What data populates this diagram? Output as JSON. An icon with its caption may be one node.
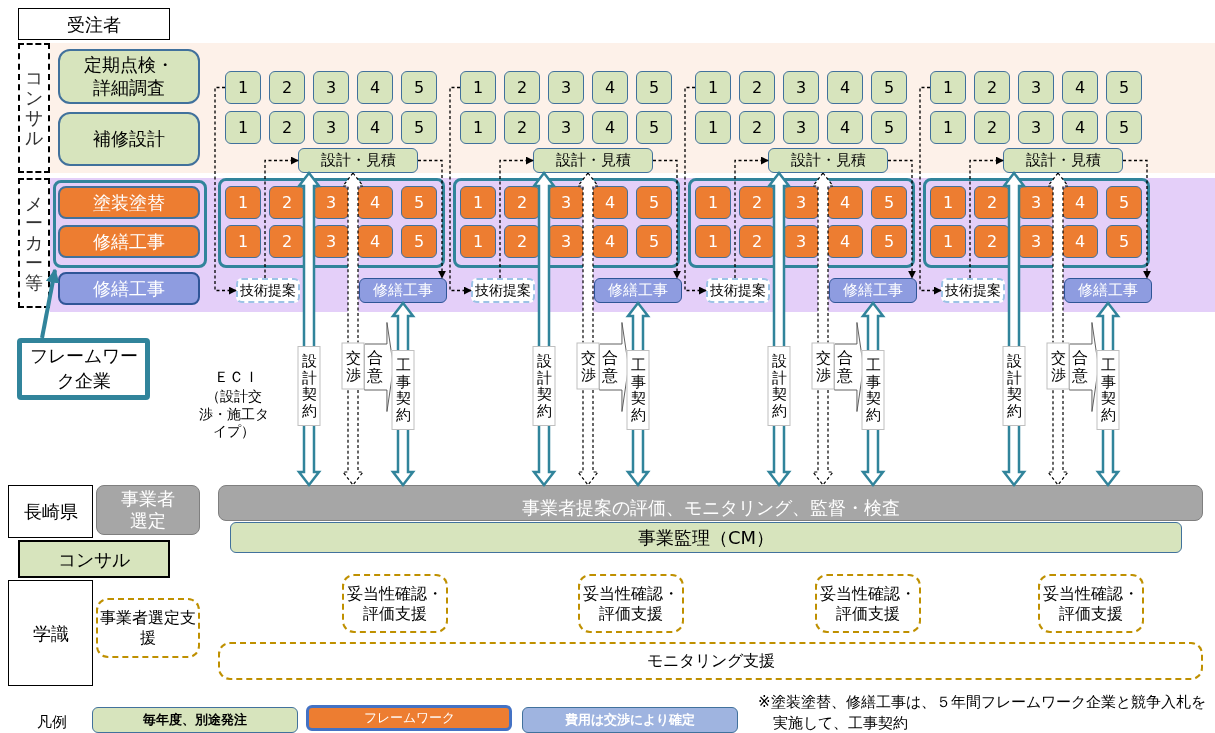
{
  "diagram": {
    "nodes": [
      {
        "text": [
          "受注者"
        ]
      },
      {
        "text": [
          "コンサル"
        ]
      },
      {
        "text": [
          "メーカー等"
        ]
      },
      {
        "text": [
          "定期点検・詳細調査"
        ]
      },
      {
        "text": [
          "補修設計"
        ]
      },
      {
        "text": [],
        "shape": "box"
      },
      {
        "text": [
          "塗装塗替"
        ],
        "in": 5
      },
      {
        "text": [
          "修繕工事"
        ],
        "in": 5
      },
      {
        "text": [
          "修繕工事"
        ]
      },
      {
        "text": [
          "フレームワーク企業"
        ]
      },
      {
        "text": [
          "1"
        ]
      },
      {
        "text": [
          "2"
        ]
      },
      {
        "text": [
          "3"
        ]
      },
      {
        "text": [
          "4"
        ]
      },
      {
        "text": [
          "5"
        ]
      },
      {
        "text": [
          "1"
        ]
      },
      {
        "text": [
          "2"
        ]
      },
      {
        "text": [
          "3"
        ]
      },
      {
        "text": [
          "4"
        ]
      },
      {
        "text": [
          "5"
        ]
      },
      {
        "text": [],
        "shape": "box"
      },
      {
        "text": [
          "1"
        ],
        "in": 20
      },
      {
        "text": [
          "2"
        ],
        "in": 20
      },
      {
        "text": [
          "3"
        ],
        "in": 20
      },
      {
        "text": [
          "4"
        ],
        "in": 20
      },
      {
        "text": [
          "5"
        ],
        "in": 20
      },
      {
        "text": [
          "1"
        ],
        "in": 20
      },
      {
        "text": [
          "2"
        ],
        "in": 20
      },
      {
        "text": [
          "3"
        ],
        "in": 20
      },
      {
        "text": [
          "4"
        ],
        "in": 20
      },
      {
        "text": [
          "5"
        ],
        "in": 20
      },
      {
        "text": [
          "設計・見積"
        ]
      },
      {
        "text": [
          "技術提案"
        ]
      },
      {
        "text": [
          "修繕工事"
        ]
      },
      {
        "text": [
          "合意"
        ]
      },
      {
        "text": [
          "1"
        ]
      },
      {
        "text": [
          "2"
        ]
      },
      {
        "text": [
          "3"
        ]
      },
      {
        "text": [
          "4"
        ]
      },
      {
        "text": [
          "5"
        ]
      },
      {
        "text": [
          "1"
        ]
      },
      {
        "text": [
          "2"
        ]
      },
      {
        "text": [
          "3"
        ]
      },
      {
        "text": [
          "4"
        ]
      },
      {
        "text": [
          "5"
        ]
      },
      {
        "text": [],
        "shape": "box"
      },
      {
        "text": [
          "1"
        ],
        "in": 45
      },
      {
        "text": [
          "2"
        ],
        "in": 45
      },
      {
        "text": [
          "3"
        ],
        "in": 45
      },
      {
        "text": [
          "4"
        ],
        "in": 45
      },
      {
        "text": [
          "5"
        ],
        "in": 45
      },
      {
        "text": [
          "1"
        ],
        "in": 45
      },
      {
        "text": [
          "2"
        ],
        "in": 45
      },
      {
        "text": [
          "3"
        ],
        "in": 45
      },
      {
        "text": [
          "4"
        ],
        "in": 45
      },
      {
        "text": [
          "5"
        ],
        "in": 45
      },
      {
        "text": [
          "設計・見積"
        ]
      },
      {
        "text": [
          "技術提案"
        ]
      },
      {
        "text": [
          "修繕工事"
        ]
      },
      {
        "text": [
          "合意"
        ]
      },
      {
        "text": [
          "1"
        ]
      },
      {
        "text": [
          "2"
        ]
      },
      {
        "text": [
          "3"
        ]
      },
      {
        "text": [
          "4"
        ]
      },
      {
        "text": [
          "5"
        ]
      },
      {
        "text": [
          "1"
        ]
      },
      {
        "text": [
          "2"
        ]
      },
      {
        "text": [
          "3"
        ]
      },
      {
        "text": [
          "4"
        ]
      },
      {
        "text": [
          "5"
        ]
      },
      {
        "text": [],
        "shape": "box"
      },
      {
        "text": [
          "1"
        ],
        "in": 70
      },
      {
        "text": [
          "2"
        ],
        "in": 70
      },
      {
        "text": [
          "3"
        ],
        "in": 70
      },
      {
        "text": [
          "4"
        ],
        "in": 70
      },
      {
        "text": [
          "5"
        ],
        "in": 70
      },
      {
        "text": [
          "1"
        ],
        "in": 70
      },
      {
        "text": [
          "2"
        ],
        "in": 70
      },
      {
        "text": [
          "3"
        ],
        "in": 70
      },
      {
        "text": [
          "4"
        ],
        "in": 70
      },
      {
        "text": [
          "5"
        ],
        "in": 70
      },
      {
        "text": [
          "設計・見積"
        ]
      },
      {
        "text": [
          "技術提案"
        ]
      },
      {
        "text": [
          "修繕工事"
        ]
      },
      {
        "text": [
          "合意"
        ]
      },
      {
        "text": [
          "1"
        ]
      },
      {
        "text": [
          "2"
        ]
      },
      {
        "text": [
          "3"
        ]
      },
      {
        "text": [
          "4"
        ]
      },
      {
        "text": [
          "5"
        ]
      },
      {
        "text": [
          "1"
        ]
      },
      {
        "text": [
          "2"
        ]
      },
      {
        "text": [
          "3"
        ]
      },
      {
        "text": [
          "4"
        ]
      },
      {
        "text": [
          "5"
        ]
      },
      {
        "text": [],
        "shape": "box"
      },
      {
        "text": [
          "1"
        ],
        "in": 95
      },
      {
        "text": [
          "2"
        ],
        "in": 95
      },
      {
        "text": [
          "3"
        ],
        "in": 95
      },
      {
        "text": [
          "4"
        ],
        "in": 95
      },
      {
        "text": [
          "5"
        ],
        "in": 95
      },
      {
        "text": [
          "1"
        ],
        "in": 95
      },
      {
        "text": [
          "2"
        ],
        "in": 95
      },
      {
        "text": [
          "3"
        ],
        "in": 95
      },
      {
        "text": [
          "4"
        ],
        "in": 95
      },
      {
        "text": [
          "5"
        ],
        "in": 95
      },
      {
        "text": [
          "設計・見積"
        ]
      },
      {
        "text": [
          "技術提案"
        ]
      },
      {
        "text": [
          "修繕工事"
        ]
      },
      {
        "text": [
          "合意"
        ]
      },
      {
        "text": [
          "長崎県"
        ]
      },
      {
        "text": [
          "事業者選定"
        ]
      },
      {
        "text": [
          "事業者提案の評価、モニタリング、監督・検査"
        ]
      },
      {
        "text": [
          "事業監理（CM）"
        ]
      },
      {
        "text": [
          "コンサル"
        ]
      },
      {
        "text": [
          "学識"
        ]
      },
      {
        "text": [
          "事業者選定支援"
        ]
      },
      {
        "text": [
          "妥当性確認・評価支援"
        ]
      },
      {
        "text": [
          "妥当性確認・評価支援"
        ]
      },
      {
        "text": [
          "妥当性確認・評価支援"
        ]
      },
      {
        "text": [
          "妥当性確認・評価支援"
        ]
      },
      {
        "text": [
          "モニタリング支援"
        ]
      }
    ],
    "edges": [
      {
        "from": 9,
        "to": 5,
        "arrow": "to",
        "style": "thick",
        "color": "#31849b"
      },
      {
        "from": 10,
        "to": 32,
        "arrow": "to",
        "style": "dashed"
      },
      {
        "from": 32,
        "to": 31,
        "arrow": "to",
        "style": "dashed"
      },
      {
        "from": 31,
        "to": 33,
        "arrow": "to",
        "style": "dashed"
      },
      {
        "from": 31,
        "to": 112,
        "arrow": "both",
        "style": "thick",
        "color": "#31849b",
        "label": "設計契約"
      },
      {
        "from": 31,
        "to": 112,
        "arrow": "both",
        "style": "dashed",
        "label": "交渉"
      },
      {
        "from": 33,
        "to": 112,
        "arrow": "both",
        "style": "thick",
        "color": "#31849b",
        "label": "工事契約"
      },
      {
        "from": 35,
        "to": 57,
        "arrow": "to",
        "style": "dashed"
      },
      {
        "from": 57,
        "to": 56,
        "arrow": "to",
        "style": "dashed"
      },
      {
        "from": 56,
        "to": 58,
        "arrow": "to",
        "style": "dashed"
      },
      {
        "from": 56,
        "to": 112,
        "arrow": "both",
        "style": "thick",
        "color": "#31849b",
        "label": "設計契約"
      },
      {
        "from": 56,
        "to": 112,
        "arrow": "both",
        "style": "dashed",
        "label": "交渉"
      },
      {
        "from": 58,
        "to": 112,
        "arrow": "both",
        "style": "thick",
        "color": "#31849b",
        "label": "工事契約"
      },
      {
        "from": 60,
        "to": 82,
        "arrow": "to",
        "style": "dashed"
      },
      {
        "from": 82,
        "to": 81,
        "arrow": "to",
        "style": "dashed"
      },
      {
        "from": 81,
        "to": 83,
        "arrow": "to",
        "style": "dashed"
      },
      {
        "from": 81,
        "to": 112,
        "arrow": "both",
        "style": "thick",
        "color": "#31849b",
        "label": "設計契約"
      },
      {
        "from": 81,
        "to": 112,
        "arrow": "both",
        "style": "dashed",
        "label": "交渉"
      },
      {
        "from": 83,
        "to": 112,
        "arrow": "both",
        "style": "thick",
        "color": "#31849b",
        "label": "工事契約"
      },
      {
        "from": 85,
        "to": 107,
        "arrow": "to",
        "style": "dashed"
      },
      {
        "from": 107,
        "to": 106,
        "arrow": "to",
        "style": "dashed"
      },
      {
        "from": 106,
        "to": 108,
        "arrow": "to",
        "style": "dashed"
      },
      {
        "from": 106,
        "to": 112,
        "arrow": "both",
        "style": "thick",
        "color": "#31849b",
        "label": "設計契約"
      },
      {
        "from": 106,
        "to": 112,
        "arrow": "both",
        "style": "dashed",
        "label": "交渉"
      },
      {
        "from": 108,
        "to": 112,
        "arrow": "both",
        "style": "thick",
        "color": "#31849b",
        "label": "工事契約"
      }
    ],
    "labels": [
      "ＥＣＩ",
      "（設計交渉・施工タイプ）",
      "凡例",
      "※塗装塗替、修繕工事は、５年間フレームワーク企業と競争入札を実施して、工事契約"
    ],
    "legend": [
      {
        "text": "毎年度、別途発注",
        "color": "#d7e4bd"
      },
      {
        "text": "フレームワーク",
        "color": "#ed7d31"
      },
      {
        "text": "費用は交渉により確定",
        "color": "#9fb4e0"
      }
    ]
  }
}
